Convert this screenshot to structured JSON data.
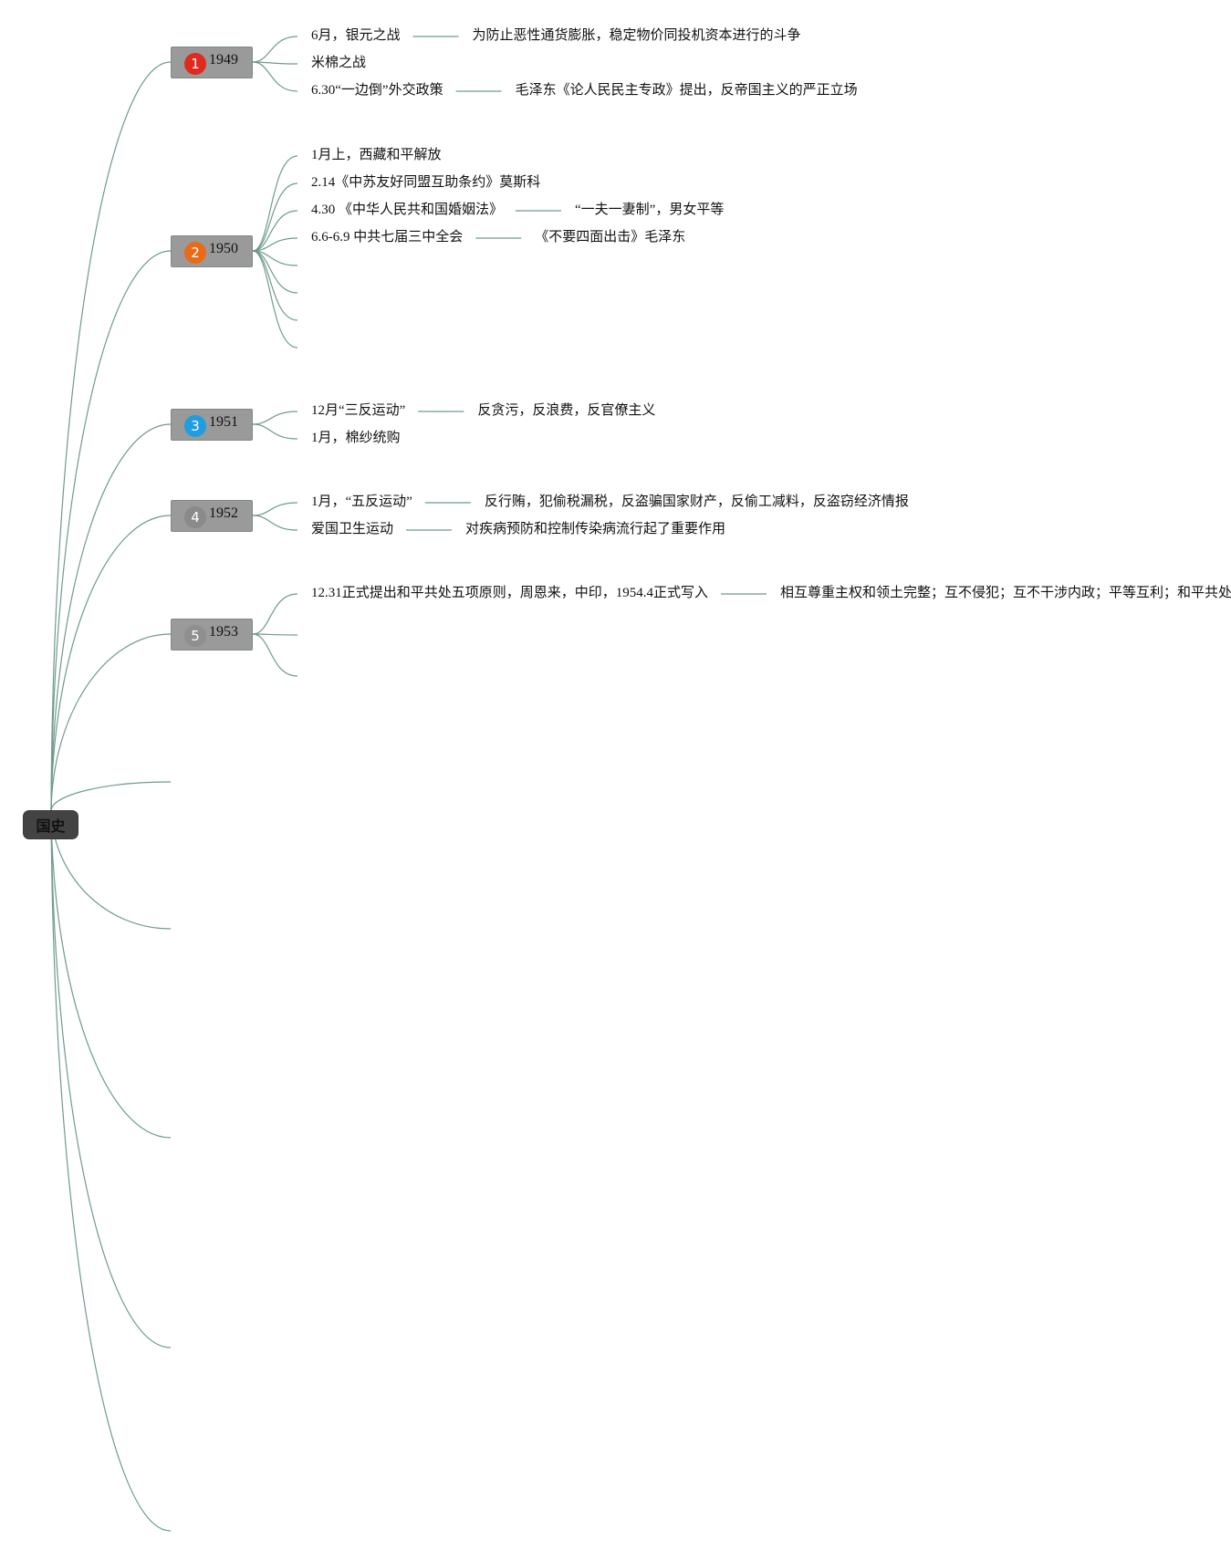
{
  "root": {
    "label": "国史"
  },
  "colors": {
    "link": "#6f9b8c",
    "year_fill": "#9a9a9a",
    "root_fill": "#434343"
  },
  "years": [
    {
      "label": "1949",
      "badge": "1",
      "badge_color": "#e02a1e",
      "items": [
        {
          "text": "6月，银元之战",
          "detail": "为防止恶性通货膨胀，稳定物价同投机资本进行的斗争"
        },
        {
          "text": "米棉之战",
          "detail": ""
        },
        {
          "text": "6.30“一边倒”外交政策",
          "detail": "毛泽东《论人民民主专政》提出，反帝国主义的严正立场"
        }
      ]
    },
    {
      "label": "1950",
      "badge": "2",
      "badge_color": "#ea6a17",
      "items": [
        {
          "text": "1月上，西藏和平解放",
          "detail": ""
        },
        {
          "text": "2.14《中苏友好同盟互助条约》莫斯科",
          "detail": ""
        },
        {
          "text": "4.30 《中华人民共和国婚姻法》",
          "detail": "“一夫一妻制”，男女平等"
        },
        {
          "text": "6.6-6.9 中共七届三中全会",
          "detail": "《不要四面出击》毛泽东"
        },
        {
          "text": "",
          "detail": ""
        },
        {
          "text": "",
          "detail": ""
        },
        {
          "text": "",
          "detail": ""
        },
        {
          "text": "",
          "detail": ""
        }
      ]
    },
    {
      "label": "1951",
      "badge": "3",
      "badge_color": "#1f9de0",
      "items": [
        {
          "text": "12月“三反运动”",
          "detail": "反贪污，反浪费，反官僚主义"
        },
        {
          "text": "1月，棉纱统购",
          "detail": ""
        }
      ]
    },
    {
      "label": "1952",
      "badge": "4",
      "badge_color": "#8a8a8a",
      "items": [
        {
          "text": "1月，“五反运动”",
          "detail": "反行贿，犯偷税漏税，反盗骗国家财产，反偷工减料，反盗窃经济情报"
        },
        {
          "text": "爱国卫生运动",
          "detail": "对疾病预防和控制传染病流行起了重要作用"
        }
      ]
    },
    {
      "label": "1953",
      "badge": "5",
      "badge_color": "#8f8f8f",
      "items": [
        {
          "text": "12.31正式提出和平共处五项原则，周恩来，中印，1954.4正式写入",
          "detail": "相互尊重主权和领土完整；互不侵犯；互不干涉内政；平等互利；和平共处"
        },
        {
          "text": "",
          "detail": ""
        },
        {
          "text": "",
          "detail": ""
        }
      ]
    }
  ]
}
